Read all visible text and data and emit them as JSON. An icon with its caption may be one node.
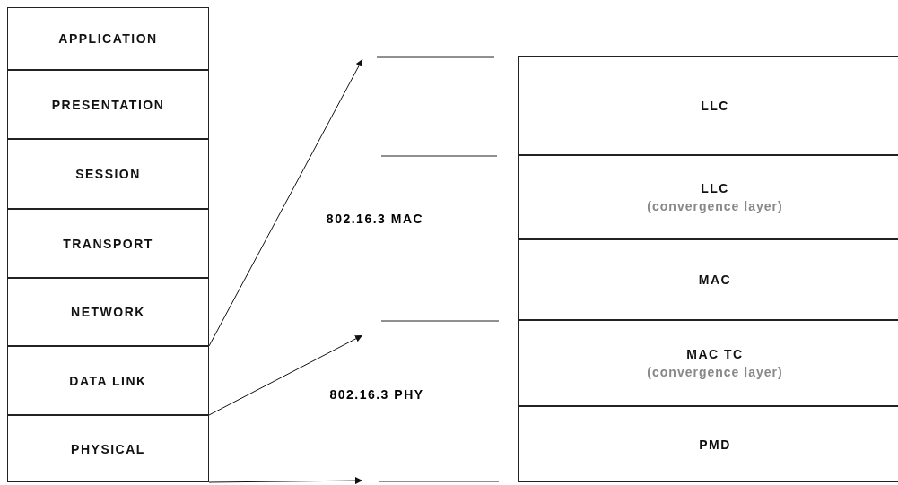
{
  "diagram": {
    "nodes": [
      {
        "text": [
          "APPLICATION"
        ]
      },
      {
        "text": [
          "PRESENTATION"
        ]
      },
      {
        "text": [
          "SESSION"
        ]
      },
      {
        "text": [
          "TRANSPORT"
        ]
      },
      {
        "text": [
          "NETWORK"
        ]
      },
      {
        "text": [
          "DATA LINK"
        ]
      },
      {
        "text": [
          "PHYSICAL"
        ]
      },
      {
        "text": [
          "LLC"
        ]
      },
      {
        "text": [
          "LLC",
          "(convergence layer)"
        ]
      },
      {
        "text": [
          "MAC"
        ]
      },
      {
        "text": [
          "MAC TC",
          "(convergence layer)"
        ]
      },
      {
        "text": [
          "PMD"
        ]
      }
    ],
    "edges": [
      {
        "from": 4,
        "to": null,
        "arrow": "to"
      },
      {
        "from": 5,
        "to": null,
        "arrow": "to"
      },
      {
        "from": 6,
        "to": null,
        "arrow": "to"
      }
    ],
    "labels": [
      "802.16.3 MAC",
      "802.16.3 PHY"
    ]
  }
}
